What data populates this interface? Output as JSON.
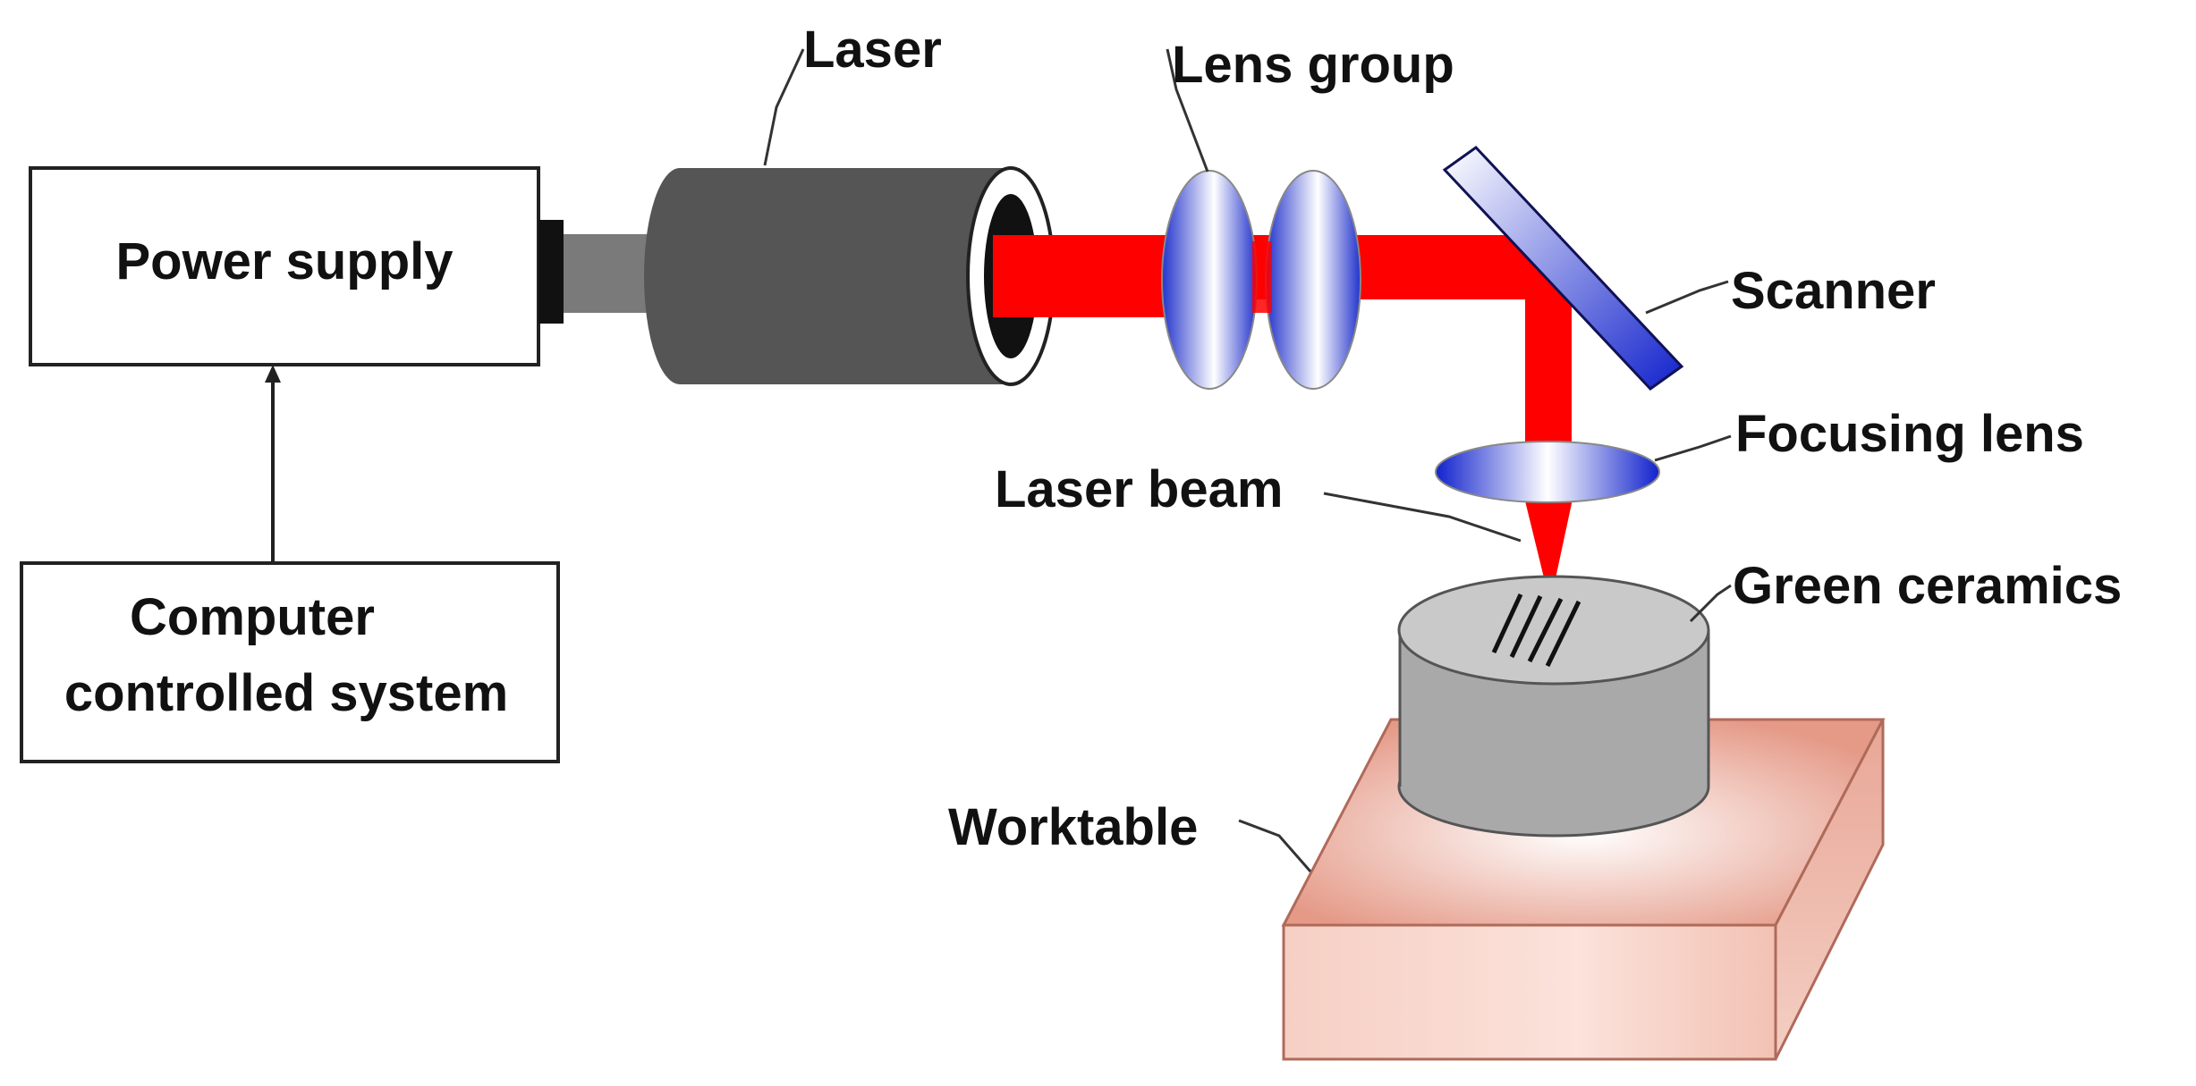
{
  "boxes": {
    "power_supply": "Power supply",
    "computer_line1": "Computer",
    "computer_line2": "controlled system"
  },
  "labels": {
    "laser": "Laser",
    "lens_group": "Lens group",
    "scanner": "Scanner",
    "focusing_lens": "Focusing lens",
    "laser_beam": "Laser beam",
    "green_ceramics": "Green ceramics",
    "worktable": "Worktable"
  },
  "colors": {
    "beam": "#ff0000",
    "laser_body": "#555555",
    "lens": "#3344dd",
    "ceramic": "#a9a9a9",
    "worktable": "#e8a090"
  }
}
